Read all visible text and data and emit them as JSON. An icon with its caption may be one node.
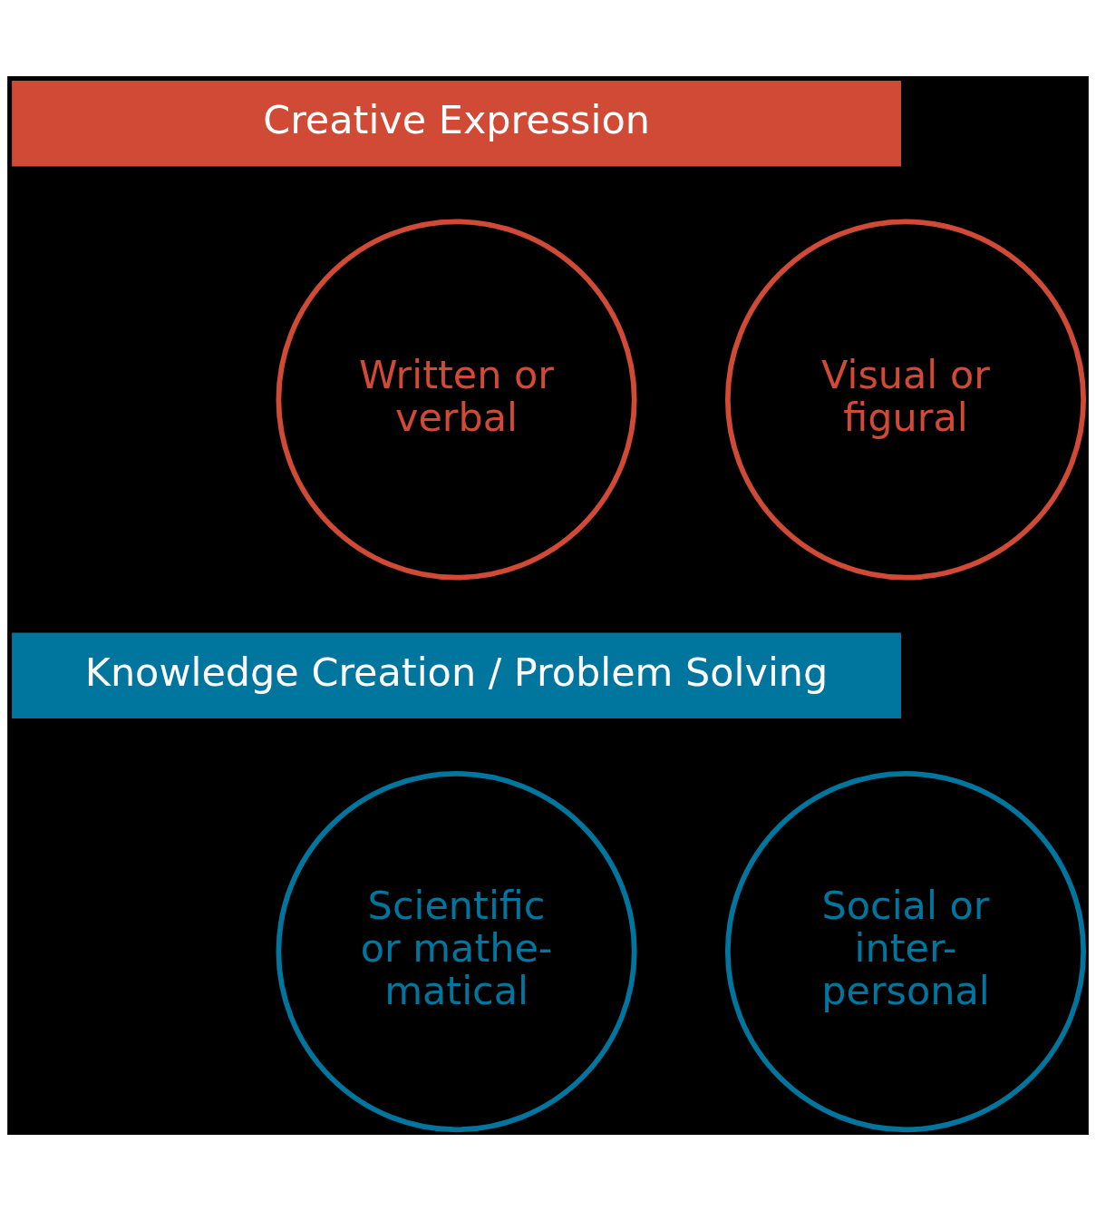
{
  "diagram": {
    "nodes": [
      {
        "text": [
          "Creative Expression"
        ]
      },
      {
        "text": [
          "Written or verbal"
        ]
      },
      {
        "text": [
          "Visual or figural"
        ]
      },
      {
        "text": [
          "Knowledge Creation / Problem Solving"
        ]
      },
      {
        "text": [
          "Scientific or mathe- matical"
        ]
      },
      {
        "text": [
          "Social or inter- personal"
        ]
      }
    ]
  }
}
